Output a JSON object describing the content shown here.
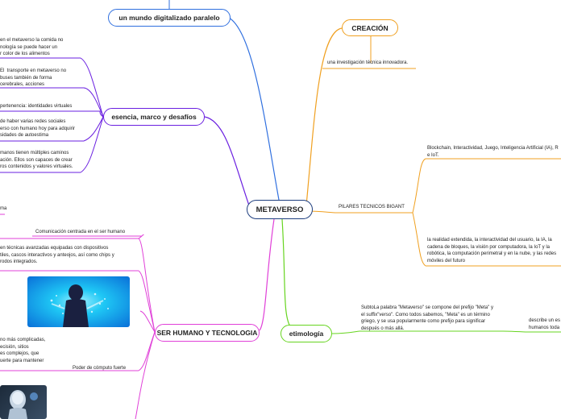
{
  "central": {
    "label": "METAVERSO"
  },
  "topics": {
    "mundo": "un mundo digitalizado paralelo",
    "esencia": "esencia, marco y desafíos",
    "creacion": "CREACIÓN",
    "humano": "SER HUMANO Y TECNOLOGIA",
    "etimologia": "etimología"
  },
  "esencia_items": [
    "en el metaverso la comida no\nnología se puede hacer un\nr color de los alimentos",
    "El  transporte en metaverso no\nbuses también de forma\ncerebrales, acciones",
    "pertenencia: identidades virtuales",
    "de haber varias redes sociales\nerso con humano hoy para adquirir\nsidades de autoestima",
    "manos tienen múltiples caminos\nación. Ellos son capaces de crear\nros contenidos y valores virtuales."
  ],
  "humano_items": [
    "ma",
    "Comunicación centrada en el ser humano",
    "en técnicas avanzadas equipadas con dispositivos\ntiles, cascos interactivos y anteojos, así como chips y\nrodos integrados.",
    "no más complicadas,\necisión, sitios\nes complejos, que\nuerte para mantener",
    "Poder de cómputo fuerte"
  ],
  "creacion_items": {
    "intro": "una investigación técnica innovadora.",
    "pilares": "PILARES TECNICOS BIGANT",
    "pilar_1": "Blockchain, Interactividad, Juego, Inteligencia Artificial (IA), R\ne IoT.",
    "pilar_2": "la realidad extendida, la interactividad del usuario, la IA, la\ncadena de bloques, la visión por computadora, la IoT y la\nrobótica, la computación perimetral y en la nube, y las redes\nmóviles del futuro"
  },
  "etimologia_items": {
    "texto": "SubtoLa palabra \"Metaverso\" se compone del prefijo \"Meta\" y\nel suffix\"verso\". Como todos sabemos, \"Meta\" es un término\ngriego, y se usa popularmente como prefijo para significar\ndespués o más allá.",
    "describe": "describe un es\nhumanos toda"
  },
  "colors": {
    "central": "#1f3f7f",
    "mundo": "#2f6fdf",
    "esencia": "#6a1fe0",
    "creacion": "#f0a020",
    "humano": "#e040d8",
    "etimologia": "#66d41f"
  },
  "icons": [
    "vr-figure-image",
    "robot-image"
  ]
}
